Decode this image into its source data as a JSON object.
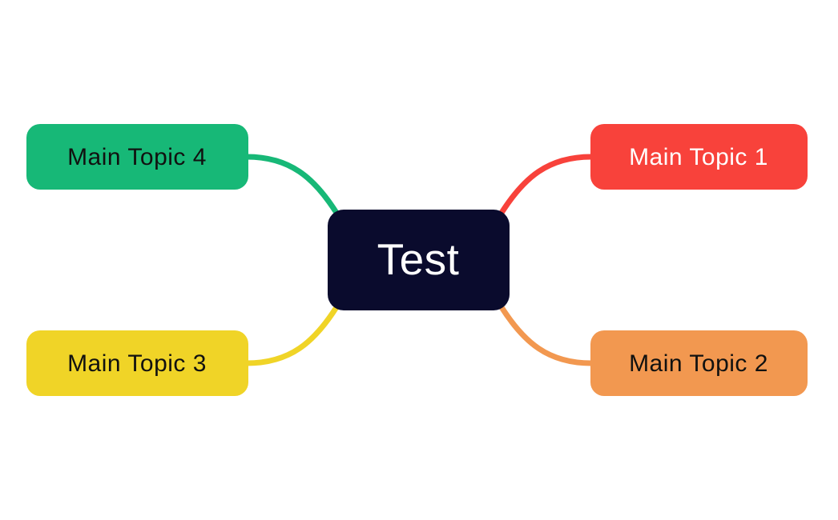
{
  "diagram": {
    "type": "mindmap",
    "background": "#ffffff",
    "root": {
      "label": "Test",
      "color": "#0a0b2d",
      "text_color": "#ffffff"
    },
    "topics": [
      {
        "label": "Main Topic 1",
        "color": "#f8423b",
        "text_color": "#ffffff",
        "position": "top-right"
      },
      {
        "label": "Main Topic 2",
        "color": "#f29850",
        "text_color": "#111110",
        "position": "bottom-right"
      },
      {
        "label": "Main Topic 3",
        "color": "#f0d427",
        "text_color": "#111110",
        "position": "bottom-left"
      },
      {
        "label": "Main Topic 4",
        "color": "#17b877",
        "text_color": "#111110",
        "position": "top-left"
      }
    ]
  }
}
